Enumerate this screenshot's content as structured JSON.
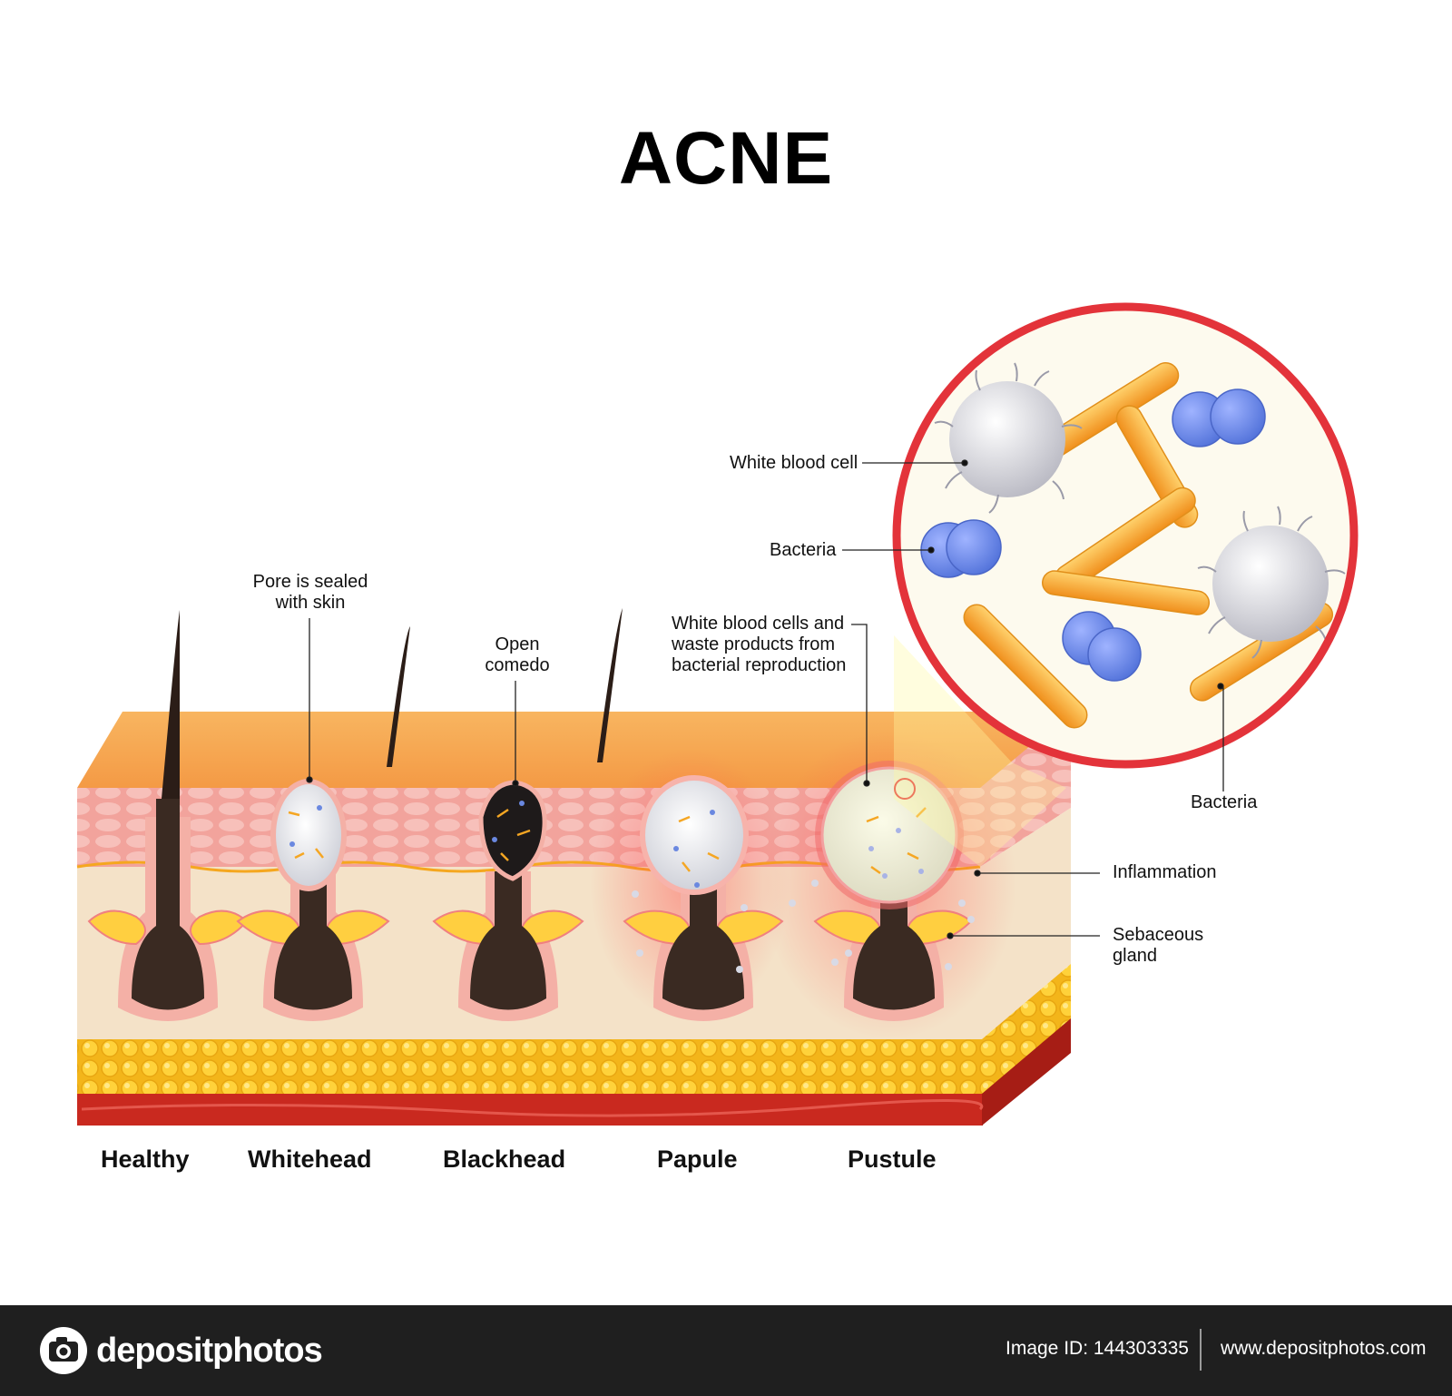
{
  "title": "ACNE",
  "labels": {
    "pore_sealed": "Pore is sealed\nwith skin",
    "open_comedo": "Open\ncomedo",
    "wbc_waste": "White blood cells and\nwaste products from\nbacterial reproduction",
    "white_blood_cell": "White blood cell",
    "bacteria_top": "Bacteria",
    "bacteria_bottom": "Bacteria",
    "inflammation": "Inflammation",
    "sebaceous_gland": "Sebaceous\ngland"
  },
  "stages": [
    "Healthy",
    "Whitehead",
    "Blackhead",
    "Papule",
    "Pustule"
  ],
  "footer": {
    "brand": "depositphotos",
    "image_id": "Image ID: 144303335",
    "site": "www.depositphotos.com"
  },
  "colors": {
    "magnifier_ring": "#e3333a",
    "bacteria_rod": "#f6a623",
    "coccus": "#6a88e0",
    "fat": "#f5c01f",
    "muscle": "#c9291f",
    "epidermis": "#f4a6a0",
    "dermis": "#f4e2c6",
    "follicle": "#3a2a22"
  }
}
